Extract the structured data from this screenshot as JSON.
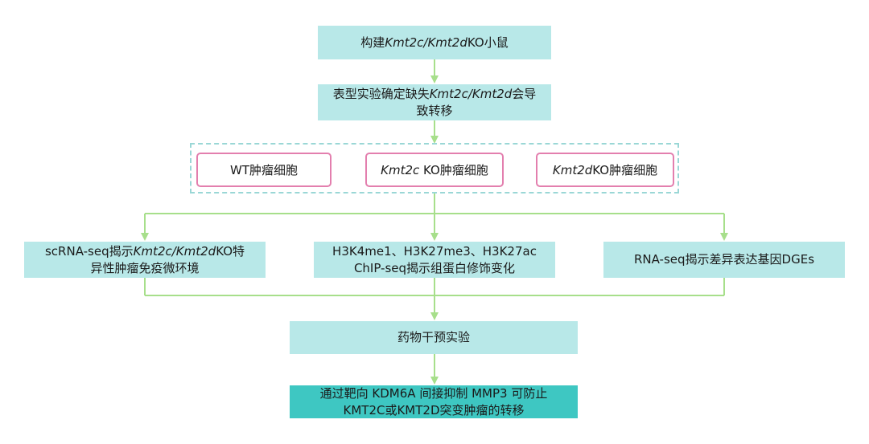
{
  "steps": {
    "s1": {
      "pre": "构建",
      "i1": "Kmt2c/Kmt2d",
      "post": "KO小鼠"
    },
    "s2": {
      "line1_pre": "表型实验确定缺失",
      "i1": "Kmt2c/Kmt2d",
      "line1_post": "会导",
      "line2": "致转移"
    },
    "cells": {
      "c1": {
        "text": "WT肿瘤细胞"
      },
      "c2": {
        "i1": "Kmt2c",
        "post": " KO肿瘤细胞"
      },
      "c3": {
        "i1": "Kmt2d",
        "post": "KO肿瘤细胞"
      }
    },
    "m1": {
      "line1_pre": "scRNA-seq揭示",
      "i1": "Kmt2c/Kmt2d",
      "line1_post": "KO特",
      "line2": "异性肿瘤免疫微环境"
    },
    "m2": {
      "line1": "H3K4me1、H3K27me3、H3K27ac",
      "line2": "ChIP-seq揭示组蛋白修饰变化"
    },
    "m3": {
      "text": "RNA-seq揭示差异表达基因DGEs"
    },
    "s4": {
      "text": "药物干预实验"
    },
    "s5": {
      "line1": "通过靶向 KDM6A 间接抑制 MMP3 可防止",
      "line2": "KMT2C或KMT2D突变肿瘤的转移"
    }
  },
  "colors": {
    "box": "#b8e8e8",
    "final": "#3ec7c2",
    "arrow": "#a7df8b",
    "cell_border": "#e37fae",
    "dashed": "#9ad7d6"
  }
}
